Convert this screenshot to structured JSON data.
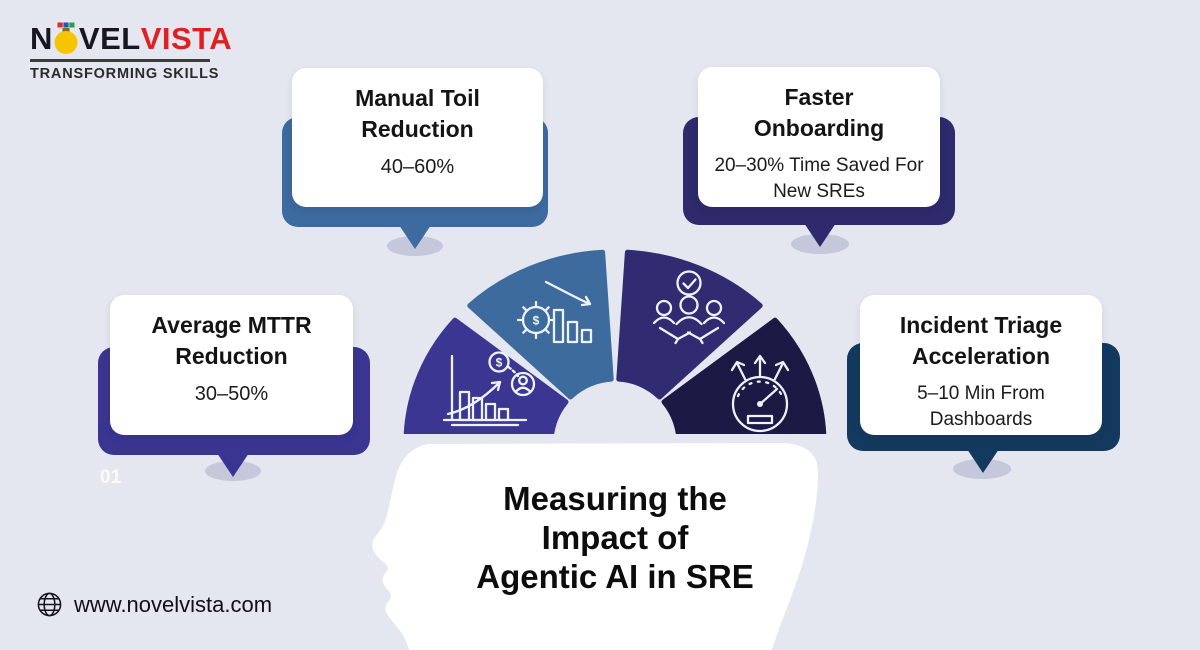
{
  "logo": {
    "word_start": "N",
    "word_mid": "VEL",
    "word_end": "VISTA",
    "tagline": "TRANSFORMING SKILLS",
    "accent_color": "#E02020",
    "bulb_color": "#F6C500"
  },
  "main_title": {
    "line1": "Measuring the",
    "line2": "Impact of",
    "line3": "Agentic AI in SRE"
  },
  "callouts": [
    {
      "title_line1": "Manual Toil",
      "title_line2": "Reduction",
      "value": "40–60%",
      "accent": "#3D6A9F"
    },
    {
      "title_line1": "Faster",
      "title_line2": "Onboarding",
      "value": "20–30% Time Saved For New SREs",
      "accent": "#2E2A6B"
    },
    {
      "title_line1": "Average MTTR",
      "title_line2": "Reduction",
      "value": "30–50%",
      "accent": "#3A3590"
    },
    {
      "title_line1": "Incident Triage",
      "title_line2": "Acceleration",
      "value": "5–10 Min From Dashboards",
      "accent": "#14395E"
    }
  ],
  "step_badge": "01",
  "footer": {
    "website": "www.novelvista.com"
  },
  "gauge": {
    "dollar": "$",
    "segments": [
      {
        "name": "roi-growth",
        "color": "#3B3691",
        "icon": "bar-chart-dollar-person-icon"
      },
      {
        "name": "toil-cost-reduction",
        "color": "#3E6B9E",
        "icon": "gear-dollar-declining-bars-icon"
      },
      {
        "name": "team-collaboration",
        "color": "#312B72",
        "icon": "team-handshake-check-icon"
      },
      {
        "name": "speed-acceleration",
        "color": "#1C1945",
        "icon": "speedometer-up-arrows-icon"
      }
    ]
  },
  "colors": {
    "background": "#E4E6F0",
    "card": "#FFFFFF",
    "head": "#FFFFFF",
    "shadow_ellipse": "#C4C8DA",
    "title_text": "#0C0C0C"
  }
}
